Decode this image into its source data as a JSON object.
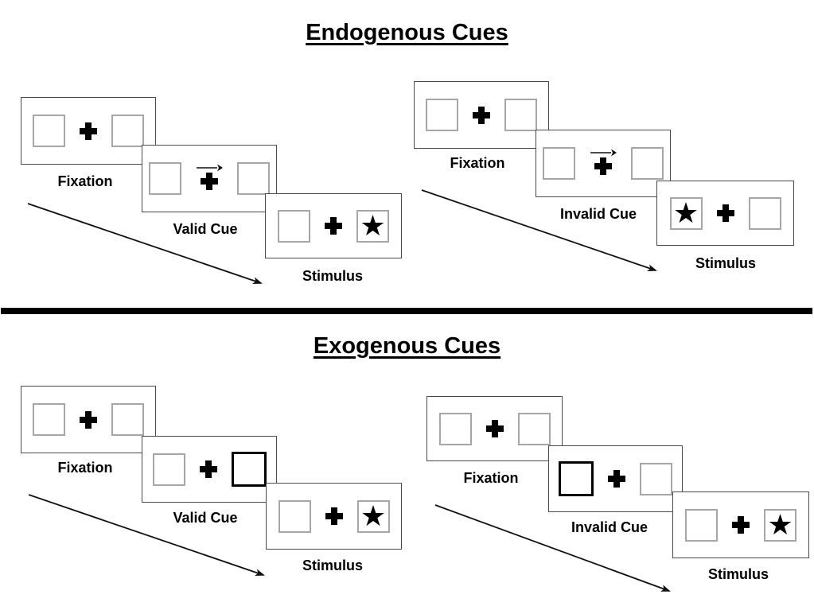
{
  "colors": {
    "background": "#ffffff",
    "ink": "#000000",
    "panel_border": "#4a4a4a",
    "square_border": "#a6a6a6",
    "highlight_square_border": "#000000"
  },
  "glyphs": {
    "star": "★"
  },
  "sections": [
    {
      "title": "Endogenous Cues",
      "trials": [
        {
          "name": "valid-trial",
          "panels": [
            {
              "label": "Fixation",
              "left_box": "empty",
              "right_box": "empty",
              "center": "plus"
            },
            {
              "label": "Valid Cue",
              "left_box": "empty",
              "right_box": "empty",
              "center": "plus",
              "cue_arrow": "right"
            },
            {
              "label": "Stimulus",
              "left_box": "empty",
              "right_box": "star",
              "center": "plus"
            }
          ]
        },
        {
          "name": "invalid-trial",
          "panels": [
            {
              "label": "Fixation",
              "left_box": "empty",
              "right_box": "empty",
              "center": "plus"
            },
            {
              "label": "Invalid Cue",
              "left_box": "empty",
              "right_box": "empty",
              "center": "plus",
              "cue_arrow": "right"
            },
            {
              "label": "Stimulus",
              "left_box": "star",
              "right_box": "empty",
              "center": "plus"
            }
          ]
        }
      ]
    },
    {
      "title": "Exogenous Cues",
      "trials": [
        {
          "name": "valid-trial",
          "panels": [
            {
              "label": "Fixation",
              "left_box": "empty",
              "right_box": "empty",
              "center": "plus"
            },
            {
              "label": "Valid Cue",
              "left_box": "empty",
              "right_box": "highlighted",
              "center": "plus"
            },
            {
              "label": "Stimulus",
              "left_box": "empty",
              "right_box": "star",
              "center": "plus"
            }
          ]
        },
        {
          "name": "invalid-trial",
          "panels": [
            {
              "label": "Fixation",
              "left_box": "empty",
              "right_box": "empty",
              "center": "plus"
            },
            {
              "label": "Invalid Cue",
              "left_box": "highlighted",
              "right_box": "empty",
              "center": "plus"
            },
            {
              "label": "Stimulus",
              "left_box": "empty",
              "right_box": "star",
              "center": "plus"
            }
          ]
        }
      ]
    }
  ]
}
